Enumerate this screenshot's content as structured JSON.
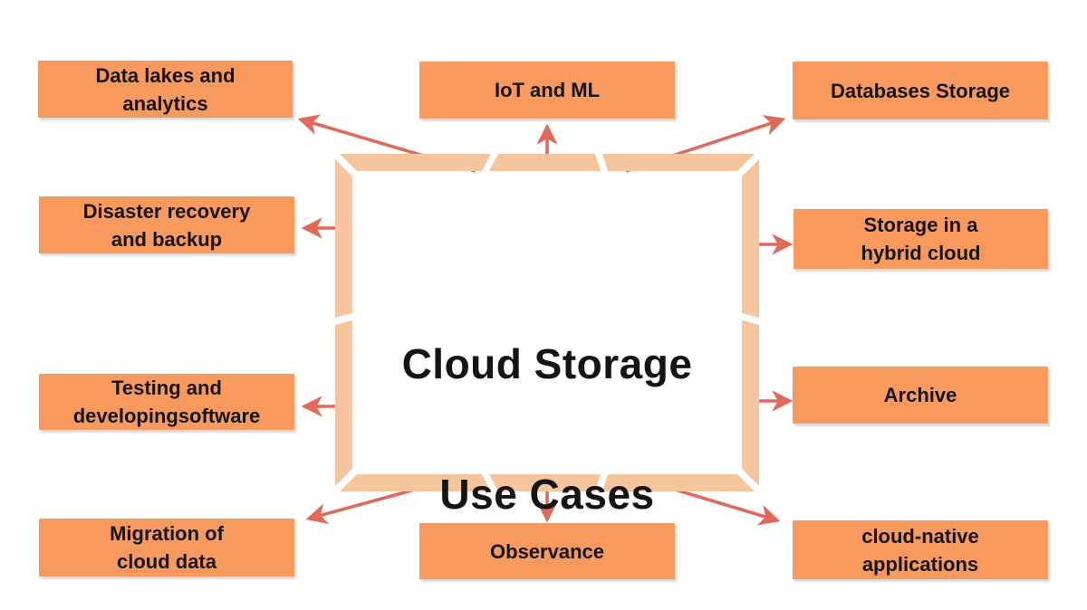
{
  "title": {
    "line1": "Cloud Storage",
    "line2": "Use Cases"
  },
  "nodes": {
    "data_lakes": {
      "label": "Data lakes and\nanalytics"
    },
    "iot_ml": {
      "label": "IoT and ML"
    },
    "databases": {
      "label": "Databases Storage"
    },
    "disaster": {
      "label": "Disaster recovery\nand backup"
    },
    "hybrid": {
      "label": "Storage in a\nhybrid cloud"
    },
    "testing": {
      "label": "Testing and\ndevelopingsoftware"
    },
    "archive": {
      "label": "Archive"
    },
    "migration": {
      "label": "Migration of\ncloud data"
    },
    "observance": {
      "label": "Observance"
    },
    "cloud_native": {
      "label": "cloud-native\napplications"
    }
  },
  "colors": {
    "node_fill": "#F8995E",
    "frame_fill": "#F5C59E",
    "arrow": "#E0695A",
    "text": "#141414",
    "background": "#FFFFFF"
  }
}
